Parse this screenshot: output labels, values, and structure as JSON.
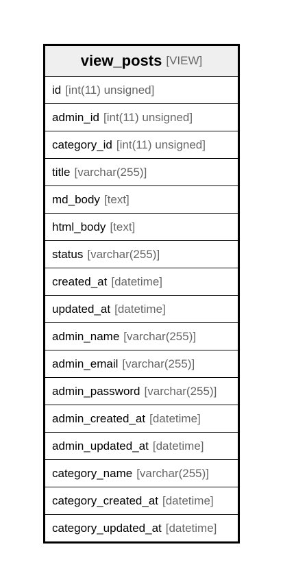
{
  "table": {
    "name": "view_posts",
    "kind": "[VIEW]",
    "columns": [
      {
        "name": "id",
        "type": "[int(11) unsigned]"
      },
      {
        "name": "admin_id",
        "type": "[int(11) unsigned]"
      },
      {
        "name": "category_id",
        "type": "[int(11) unsigned]"
      },
      {
        "name": "title",
        "type": "[varchar(255)]"
      },
      {
        "name": "md_body",
        "type": "[text]"
      },
      {
        "name": "html_body",
        "type": "[text]"
      },
      {
        "name": "status",
        "type": "[varchar(255)]"
      },
      {
        "name": "created_at",
        "type": "[datetime]"
      },
      {
        "name": "updated_at",
        "type": "[datetime]"
      },
      {
        "name": "admin_name",
        "type": "[varchar(255)]"
      },
      {
        "name": "admin_email",
        "type": "[varchar(255)]"
      },
      {
        "name": "admin_password",
        "type": "[varchar(255)]"
      },
      {
        "name": "admin_created_at",
        "type": "[datetime]"
      },
      {
        "name": "admin_updated_at",
        "type": "[datetime]"
      },
      {
        "name": "category_name",
        "type": "[varchar(255)]"
      },
      {
        "name": "category_created_at",
        "type": "[datetime]"
      },
      {
        "name": "category_updated_at",
        "type": "[datetime]"
      }
    ]
  },
  "colors": {
    "border": "#000000",
    "header_bg": "#efefef",
    "type_text": "#666666"
  }
}
